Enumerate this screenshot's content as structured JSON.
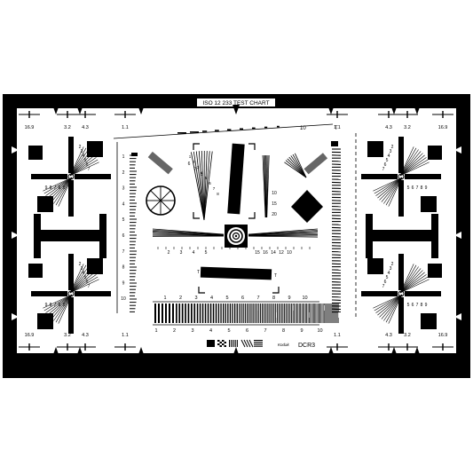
{
  "title": "ISO 12 233 TEST CHART",
  "brand": "DCR3",
  "brand_prefix": "Kodak",
  "colors": {
    "border": "#000000",
    "paper": "#ffffff",
    "ink": "#111111"
  },
  "top_labels": [
    "16.9",
    "3.2",
    "4.3",
    "1.1",
    "1.1",
    "4.3",
    "3.2",
    "16.9"
  ],
  "bottom_labels": [
    "16.9",
    "3.2",
    "4.3",
    "1.1",
    "1.1",
    "4.3",
    "3.2",
    "16.9"
  ],
  "top_ruler_label": "10",
  "v_left_numbers": [
    "1",
    "2",
    "3",
    "4",
    "5",
    "6",
    "7",
    "8",
    "9",
    "10"
  ],
  "v_left_num_b": "8",
  "h_bottom_numbers": [
    "1",
    "2",
    "3",
    "4",
    "5",
    "6",
    "7",
    "8",
    "9",
    "10"
  ],
  "h_upper_numbers": [
    "1",
    "2",
    "3",
    "4",
    "5",
    "6",
    "7",
    "8",
    "9",
    "10"
  ],
  "center_left_numbers": [
    "2",
    "3",
    "4",
    "5"
  ],
  "center_right_numbers": [
    "15",
    "16",
    "14",
    "12",
    "10"
  ],
  "center_top_numbers": [
    "1",
    "2",
    "3",
    "4",
    "5",
    "6",
    "7",
    "8"
  ],
  "center_vert_numbers": [
    "10",
    "15",
    "20"
  ],
  "quad_numbers_a": [
    "2",
    "3",
    "4",
    "5",
    "6",
    "7",
    "8",
    "9",
    "10"
  ],
  "quad_numbers_b": [
    "9",
    "8",
    "7",
    "6",
    "5",
    "4",
    "3",
    "2"
  ],
  "fan_labels": [
    "6",
    "7",
    "8"
  ]
}
